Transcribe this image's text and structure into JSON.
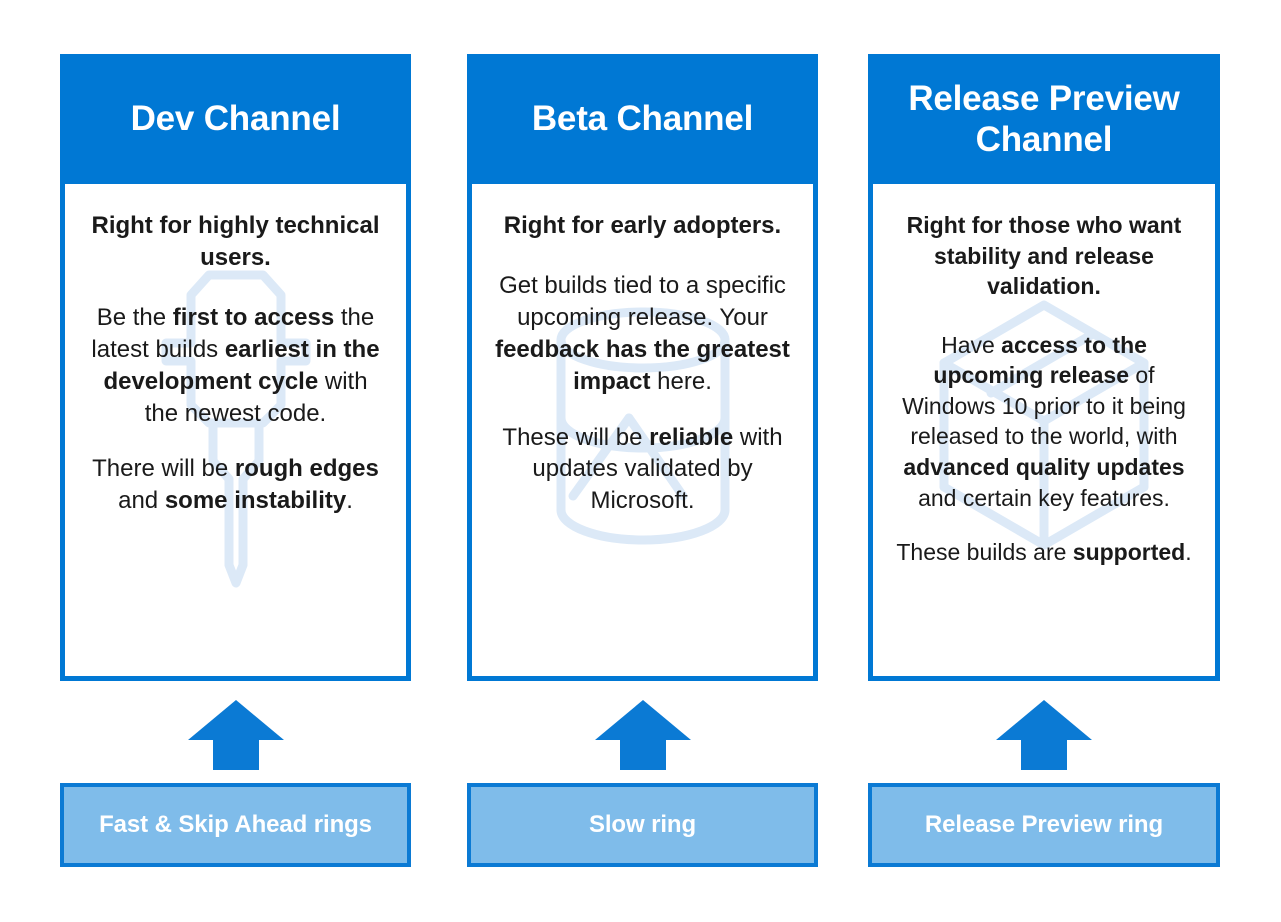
{
  "colors": {
    "header_blue": "#0078D4",
    "bar_light_blue": "#7FBCEA",
    "bar_border_blue": "#0B7AD4",
    "watermark_blue": "#DCE9F7",
    "text_dark": "#1A1A1A",
    "text_white": "#FFFFFF"
  },
  "columns": [
    {
      "id": "dev",
      "title": "Dev Channel",
      "watermark_icon": "screwdriver-tool-icon",
      "lead": "Right for highly technical users.",
      "paragraphs": [
        {
          "runs": [
            {
              "text": "Be the ",
              "bold": false
            },
            {
              "text": "first to access",
              "bold": true
            },
            {
              "text": " the latest builds ",
              "bold": false
            },
            {
              "text": "earliest in the development cycle",
              "bold": true
            },
            {
              "text": " with the newest code.",
              "bold": false
            }
          ]
        },
        {
          "runs": [
            {
              "text": "There will be ",
              "bold": false
            },
            {
              "text": "rough edges",
              "bold": true
            },
            {
              "text": " and ",
              "bold": false
            },
            {
              "text": "some instability",
              "bold": true
            },
            {
              "text": ".",
              "bold": false
            }
          ]
        }
      ],
      "arrow_icon": "arrow-up-icon",
      "ring_label": "Fast & Skip Ahead rings"
    },
    {
      "id": "beta",
      "title": "Beta Channel",
      "watermark_icon": "beaker-cylinder-icon",
      "lead": "Right for early adopters.",
      "paragraphs": [
        {
          "runs": [
            {
              "text": "Get builds tied to a specific upcoming release. Your ",
              "bold": false
            },
            {
              "text": "feedback has the greatest impact",
              "bold": true
            },
            {
              "text": " here.",
              "bold": false
            }
          ]
        },
        {
          "runs": [
            {
              "text": "These will be ",
              "bold": false
            },
            {
              "text": "reliable",
              "bold": true
            },
            {
              "text": " with updates validated by Microsoft.",
              "bold": false
            }
          ]
        }
      ],
      "arrow_icon": "arrow-up-icon",
      "ring_label": "Slow ring"
    },
    {
      "id": "release-preview",
      "title": "Release Preview Channel",
      "watermark_icon": "cube-box-icon",
      "lead": "Right for those who want stability and release validation.",
      "paragraphs": [
        {
          "runs": [
            {
              "text": "Have ",
              "bold": false
            },
            {
              "text": "access to the upcoming release",
              "bold": true
            },
            {
              "text": " of Windows 10 prior to it being released to the world, with ",
              "bold": false
            },
            {
              "text": "advanced quality updates",
              "bold": true
            },
            {
              "text": " and certain key features.",
              "bold": false
            }
          ]
        },
        {
          "runs": [
            {
              "text": "These builds are ",
              "bold": false
            },
            {
              "text": "supported",
              "bold": true
            },
            {
              "text": ".",
              "bold": false
            }
          ]
        }
      ],
      "arrow_icon": "arrow-up-icon",
      "ring_label": "Release Preview ring"
    }
  ]
}
